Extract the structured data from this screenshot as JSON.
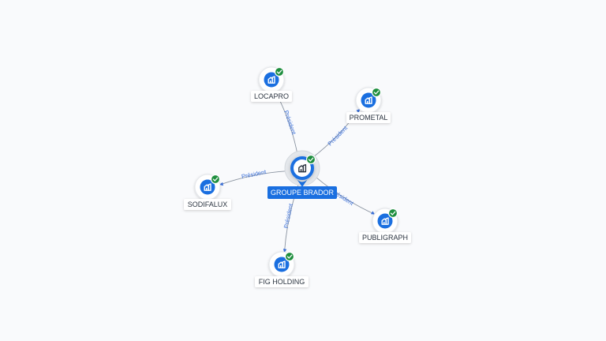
{
  "center": {
    "name": "GROUPE BRADOR",
    "icon": "building-icon",
    "status_icon": "check-icon"
  },
  "relations": [
    {
      "name": "LOCAPRO",
      "role": "Président",
      "verified": true
    },
    {
      "name": "PROMETAL",
      "role": "Président",
      "verified": true
    },
    {
      "name": "SODIFALUX",
      "role": "Président",
      "verified": true
    },
    {
      "name": "PUBLIGRAPH",
      "role": "Président",
      "verified": true
    },
    {
      "name": "FIG HOLDING",
      "role": "Président",
      "verified": true
    }
  ],
  "colors": {
    "accent": "#1a6fe0",
    "check": "#1e8e3e",
    "edge": "#8a93a0",
    "edge_label": "#3a6fd8",
    "background": "#f9fafc"
  }
}
